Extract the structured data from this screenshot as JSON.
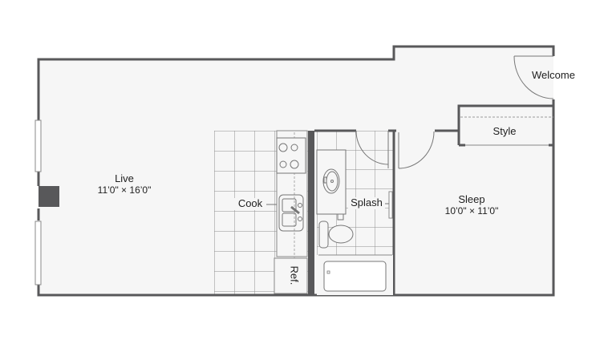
{
  "floorplan": {
    "colors": {
      "wall": "#58585a",
      "floor": "#f6f6f6",
      "tile_line": "#8f8f8f",
      "fixture": "#777777",
      "text": "#1e1e1e",
      "background": "#ffffff"
    },
    "rooms": {
      "live": {
        "name": "Live",
        "dimensions": "11’0\" × 16’0\""
      },
      "sleep": {
        "name": "Sleep",
        "dimensions": "10’0\" × 11’0\""
      },
      "cook": {
        "name": "Cook"
      },
      "splash": {
        "name": "Splash"
      },
      "welcome": {
        "name": "Welcome"
      },
      "style": {
        "name": "Style"
      }
    },
    "fixtures": {
      "refrigerator": {
        "label": "Ref."
      },
      "items": [
        "range-stove",
        "double-sink",
        "bath-vanity-sink",
        "toilet",
        "bathtub",
        "entry-door",
        "bath-door",
        "bedroom-door",
        "closet",
        "fireplace",
        "windows"
      ]
    }
  }
}
